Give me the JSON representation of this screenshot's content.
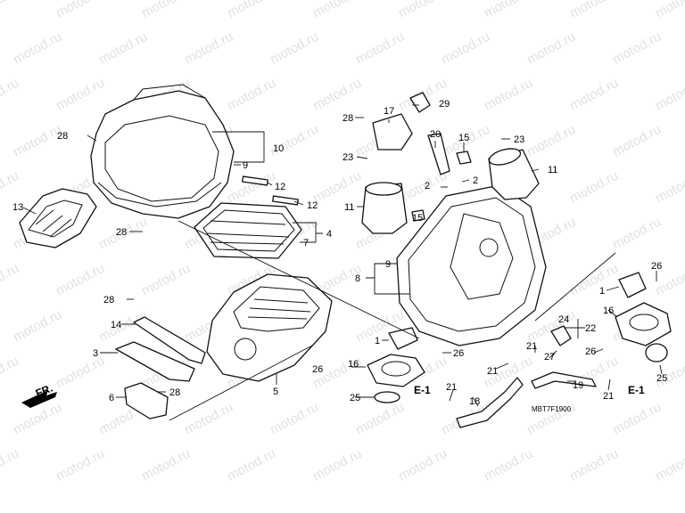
{
  "watermark": "motod.ru",
  "diagram_code": "MBT7F1900",
  "direction_label": "FR.",
  "callouts": [
    "1",
    "2",
    "3",
    "4",
    "5",
    "6",
    "7",
    "8",
    "9",
    "10",
    "11",
    "12",
    "13",
    "14",
    "15",
    "16",
    "17",
    "18",
    "19",
    "20",
    "21",
    "22",
    "23",
    "24",
    "25",
    "26",
    "27",
    "28",
    "29",
    "E-1"
  ]
}
